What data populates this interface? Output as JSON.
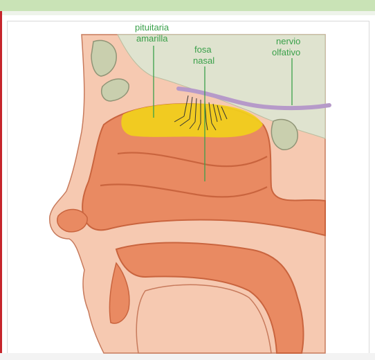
{
  "labels": {
    "pituitaria_line1": "pituitaria",
    "pituitaria_line2": "amarilla",
    "fosa_line1": "fosa",
    "fosa_line2": "nasal",
    "nervio_line1": "nervio",
    "nervio_line2": "olfativo"
  },
  "colors": {
    "skin": "#f6c9b1",
    "cavity": "#e98a62",
    "cavity_dark": "#c9643e",
    "pituitary": "#f2d21b",
    "nerve": "#b69ac9",
    "bone": "#c9cfae",
    "label": "#3aa04a"
  }
}
